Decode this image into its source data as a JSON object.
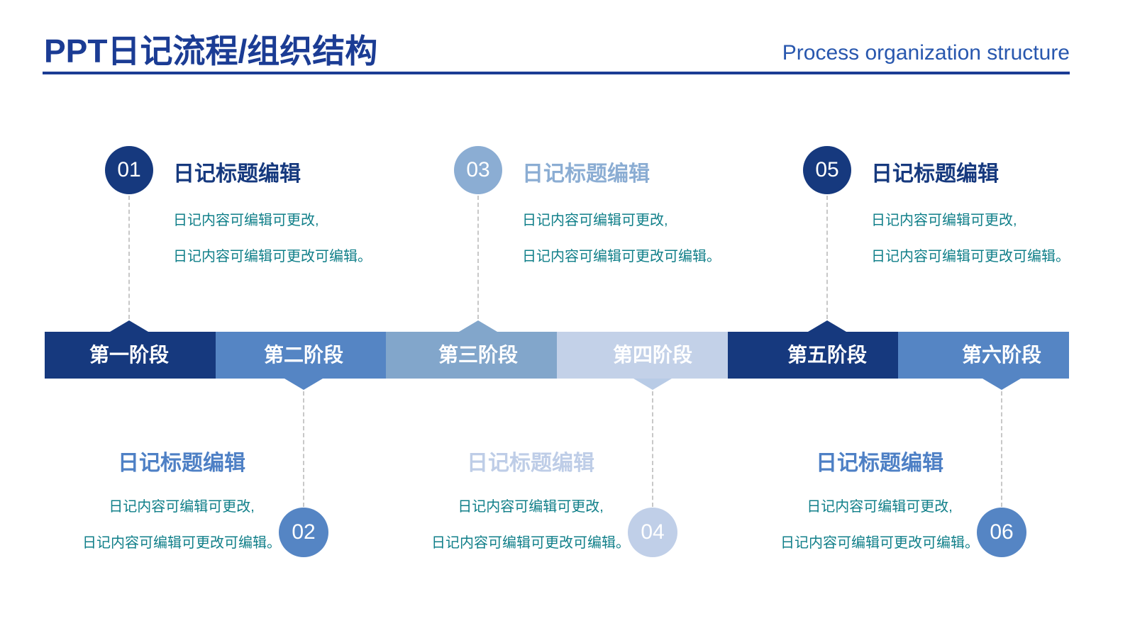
{
  "header": {
    "title": "PPT日记流程/组织结构",
    "subtitle": "Process organization structure"
  },
  "palette": {
    "heading_blue": "#1B3C94",
    "subtitle_blue": "#2857AE",
    "stage_navy": "#16397E",
    "stage_blue": "#5585C4",
    "stage_steel": "#82A6CB",
    "stage_pale": "#C3D1E8",
    "body_teal": "#107F89",
    "dash_gray": "#C8C8C8",
    "label_text": "#FFFFFF"
  },
  "stages": [
    {
      "number": "01",
      "stage_label": "第一阶段",
      "position": "top",
      "card": {
        "title": "日记标题编辑",
        "line1": "日记内容可编辑可更改,",
        "line2": "日记内容可编辑可更改可编辑。"
      }
    },
    {
      "number": "02",
      "stage_label": "第二阶段",
      "position": "bottom",
      "card": {
        "title": "日记标题编辑",
        "line1": "日记内容可编辑可更改,",
        "line2": "日记内容可编辑可更改可编辑。"
      }
    },
    {
      "number": "03",
      "stage_label": "第三阶段",
      "position": "top",
      "card": {
        "title": "日记标题编辑",
        "line1": "日记内容可编辑可更改,",
        "line2": "日记内容可编辑可更改可编辑。"
      }
    },
    {
      "number": "04",
      "stage_label": "第四阶段",
      "position": "bottom",
      "card": {
        "title": "日记标题编辑",
        "line1": "日记内容可编辑可更改,",
        "line2": "日记内容可编辑可更改可编辑。"
      }
    },
    {
      "number": "05",
      "stage_label": "第五阶段",
      "position": "top",
      "card": {
        "title": "日记标题编辑",
        "line1": "日记内容可编辑可更改,",
        "line2": "日记内容可编辑可更改可编辑。"
      }
    },
    {
      "number": "06",
      "stage_label": "第六阶段",
      "position": "bottom",
      "card": {
        "title": "日记标题编辑",
        "line1": "日记内容可编辑可更改,",
        "line2": "日记内容可编辑可更改可编辑。"
      }
    }
  ]
}
